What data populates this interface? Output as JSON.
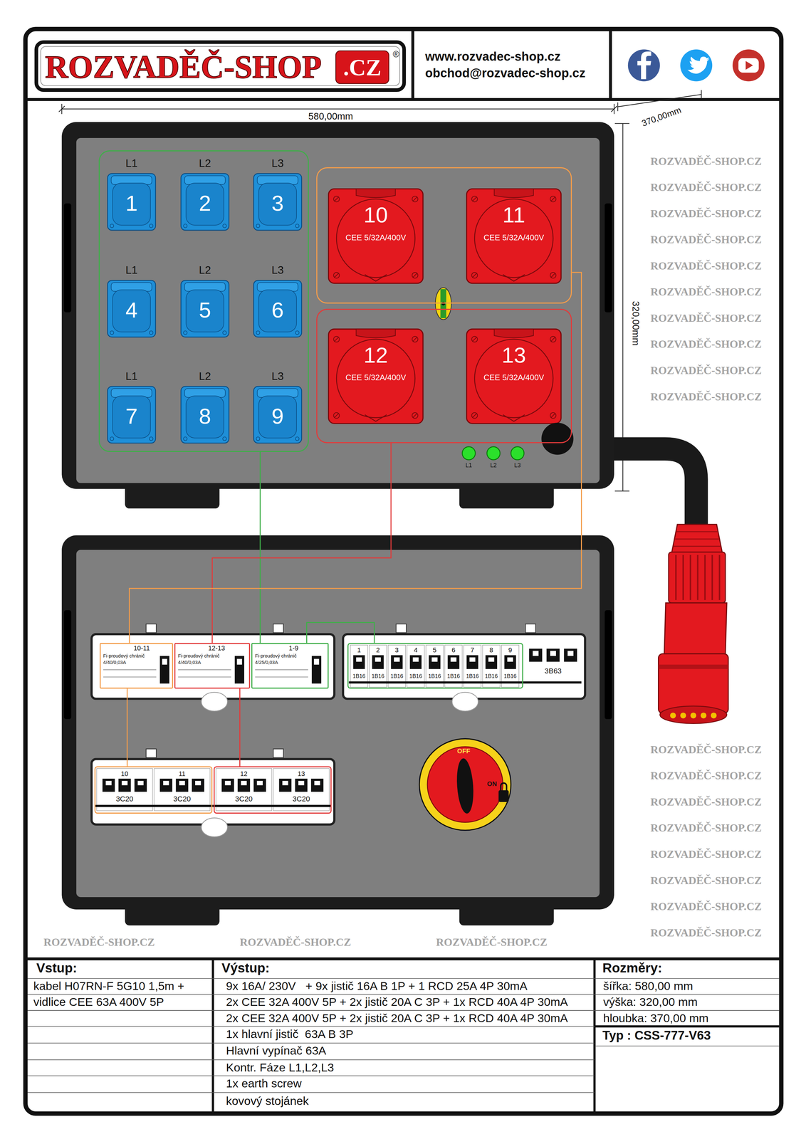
{
  "diagram": {
    "nodes": [
      {
        "text": [
          "ROZVADĚČ-SHOP",
          ".CZ"
        ]
      },
      {
        "text": []
      },
      {
        "text": [
          "L1",
          "1"
        ],
        "in": 1
      },
      {
        "text": [
          "L2",
          "2"
        ],
        "in": 1
      },
      {
        "text": [
          "L3",
          "3"
        ],
        "in": 1
      },
      {
        "text": [
          "L1",
          "4"
        ],
        "in": 1
      },
      {
        "text": [
          "L2",
          "5"
        ],
        "in": 1
      },
      {
        "text": [
          "L3",
          "6"
        ],
        "in": 1
      },
      {
        "text": [
          "L1",
          "7"
        ],
        "in": 1
      },
      {
        "text": [
          "L2",
          "8"
        ],
        "in": 1
      },
      {
        "text": [
          "L3",
          "9"
        ],
        "in": 1
      },
      {
        "text": []
      },
      {
        "text": [
          "10",
          "CEE 5/32A/400V"
        ],
        "in": 11
      },
      {
        "text": [
          "11",
          "CEE 5/32A/400V"
        ],
        "in": 11
      },
      {
        "text": []
      },
      {
        "text": [
          "12",
          "CEE 5/32A/400V"
        ],
        "in": 14
      },
      {
        "text": [
          "13",
          "CEE 5/32A/400V"
        ],
        "in": 14
      },
      {
        "text": [
          "10-11",
          "Fi-proudový chránič",
          "4/40/0,03A"
        ]
      },
      {
        "text": [
          "12-13",
          "Fi-proudový chránič",
          "4/40/0,03A"
        ]
      },
      {
        "text": [
          "1-9",
          "Fi-proudový chránič",
          "4/25/0,03A"
        ]
      },
      {
        "text": []
      },
      {
        "text": [
          "1",
          "1B16"
        ],
        "in": 20
      },
      {
        "text": [
          "2",
          "1B16"
        ],
        "in": 20
      },
      {
        "text": [
          "3",
          "1B16"
        ],
        "in": 20
      },
      {
        "text": [
          "4",
          "1B16"
        ],
        "in": 20
      },
      {
        "text": [
          "5",
          "1B16"
        ],
        "in": 20
      },
      {
        "text": [
          "6",
          "1B16"
        ],
        "in": 20
      },
      {
        "text": [
          "7",
          "1B16"
        ],
        "in": 20
      },
      {
        "text": [
          "8",
          "1B16"
        ],
        "in": 20
      },
      {
        "text": [
          "9",
          "1B16"
        ],
        "in": 20
      },
      {
        "text": [
          "3B63"
        ]
      },
      {
        "text": []
      },
      {
        "text": [
          "10",
          "3C20"
        ],
        "in": 31
      },
      {
        "text": [
          "11",
          "3C20"
        ],
        "in": 31
      },
      {
        "text": []
      },
      {
        "text": [
          "12",
          "3C20"
        ],
        "in": 34
      },
      {
        "text": [
          "13",
          "3C20"
        ],
        "in": 34
      }
    ],
    "edges": [
      {
        "from": 1,
        "to": 19,
        "arrow": "none"
      },
      {
        "from": 14,
        "to": 18,
        "arrow": "none"
      },
      {
        "from": 11,
        "to": 17,
        "arrow": "none"
      },
      {
        "from": 17,
        "to": 31,
        "arrow": "none"
      },
      {
        "from": 18,
        "to": 34,
        "arrow": "none"
      },
      {
        "from": 19,
        "to": 20,
        "arrow": "none"
      }
    ],
    "labels": [
      "®",
      "www.rozvadec-shop.cz",
      "obchod@rozvadec-shop.cz",
      "580,00mm",
      "370,00mm",
      "320,00mm",
      "L1",
      "L2",
      "L3",
      "OFF",
      "ON",
      "Vstup:",
      "kabel H07RN-F 5G10 1,5m +",
      "vidlice CEE 63A 400V 5P",
      "Výstup:",
      "9x 16A/ 230V   + 9x jistič 16A B 1P + 1 RCD 25A 4P 30mA",
      "2x CEE 32A 400V 5P + 2x jistič 20A C 3P + 1x RCD 40A 4P 30mA",
      "2x CEE 32A 400V 5P + 2x jistič 20A C 3P + 1x RCD 40A 4P 30mA",
      "1x hlavní jistič  63A B 3P",
      "Hlavní vypínač 63A",
      "Kontr. Fáze L1,L2,L3",
      "1x earth screw",
      "kovový stojánek",
      "Rozměry:",
      "šířka: 580,00 mm",
      "výška: 320,00 mm",
      "hloubka: 370,00 mm",
      "Typ : CSS-777-V63",
      "ROZVADĚČ-SHOP.CZ",
      "ROZVADĚČ-SHOP.CZ",
      "ROZVADĚČ-SHOP.CZ",
      "ROZVADĚČ-SHOP.CZ",
      "ROZVADĚČ-SHOP.CZ",
      "ROZVADĚČ-SHOP.CZ",
      "ROZVADĚČ-SHOP.CZ",
      "ROZVADĚČ-SHOP.CZ",
      "ROZVADĚČ-SHOP.CZ",
      "ROZVADĚČ-SHOP.CZ",
      "ROZVADĚČ-SHOP.CZ",
      "ROZVADĚČ-SHOP.CZ",
      "ROZVADĚČ-SHOP.CZ",
      "ROZVADĚČ-SHOP.CZ",
      "ROZVADĚČ-SHOP.CZ",
      "ROZVADĚČ-SHOP.CZ",
      "ROZVADĚČ-SHOP.CZ",
      "ROZVADĚČ-SHOP.CZ",
      "ROZVADĚČ-SHOP.CZ",
      "ROZVADĚČ-SHOP.CZ",
      "ROZVADĚČ-SHOP.CZ"
    ]
  }
}
